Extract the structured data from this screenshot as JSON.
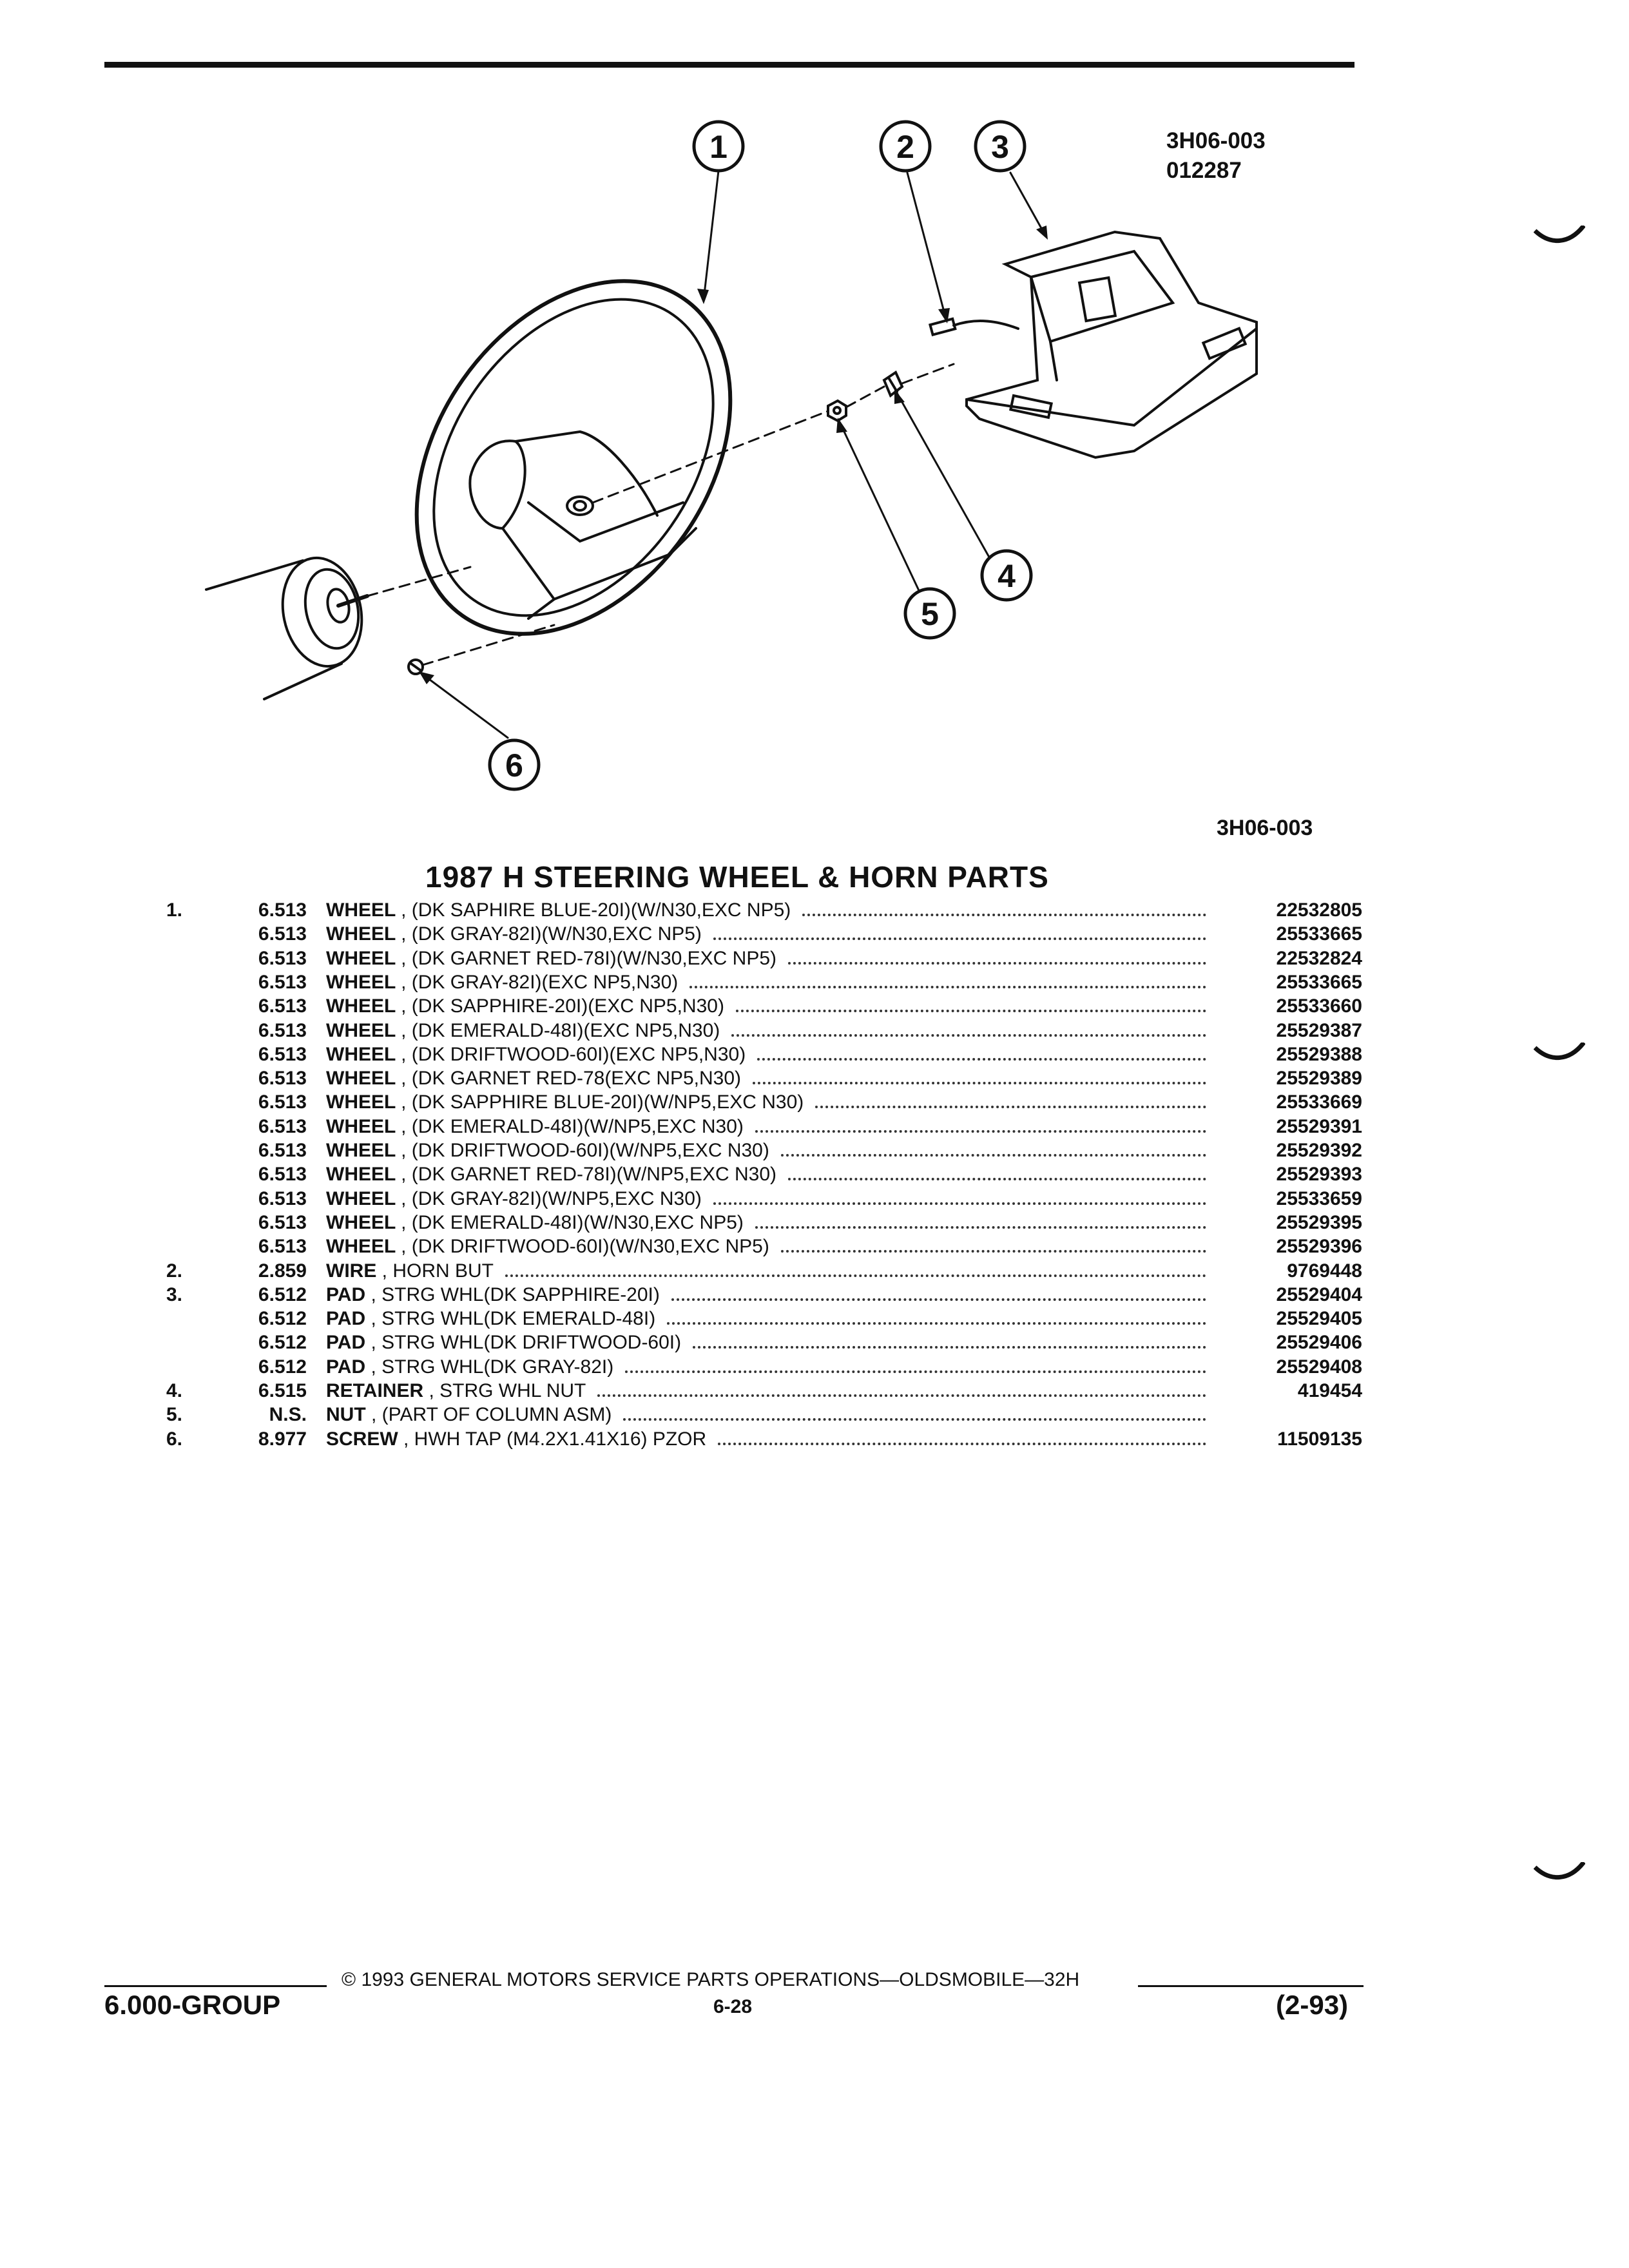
{
  "figure": {
    "code": "3H06-003",
    "date_code": "012287",
    "code_bottom": "3H06-003",
    "callouts": [
      "1",
      "2",
      "3",
      "4",
      "5",
      "6"
    ]
  },
  "title": "1987 H STEERING WHEEL & HORN PARTS",
  "parts": [
    {
      "item": "1.",
      "group": "6.513",
      "name": "WHEEL",
      "desc": ", (DK SAPHIRE BLUE-20I)(W/N30,EXC NP5)",
      "part": "22532805"
    },
    {
      "item": "",
      "group": "6.513",
      "name": "WHEEL",
      "desc": ", (DK GRAY-82I)(W/N30,EXC NP5)",
      "part": "25533665"
    },
    {
      "item": "",
      "group": "6.513",
      "name": "WHEEL",
      "desc": ", (DK GARNET RED-78I)(W/N30,EXC NP5)",
      "part": "22532824"
    },
    {
      "item": "",
      "group": "6.513",
      "name": "WHEEL",
      "desc": ", (DK GRAY-82I)(EXC NP5,N30)",
      "part": "25533665"
    },
    {
      "item": "",
      "group": "6.513",
      "name": "WHEEL",
      "desc": ", (DK SAPPHIRE-20I)(EXC NP5,N30)",
      "part": "25533660"
    },
    {
      "item": "",
      "group": "6.513",
      "name": "WHEEL",
      "desc": ", (DK EMERALD-48I)(EXC NP5,N30)",
      "part": "25529387"
    },
    {
      "item": "",
      "group": "6.513",
      "name": "WHEEL",
      "desc": ", (DK DRIFTWOOD-60I)(EXC NP5,N30)",
      "part": "25529388"
    },
    {
      "item": "",
      "group": "6.513",
      "name": "WHEEL",
      "desc": ", (DK GARNET RED-78(EXC NP5,N30)",
      "part": "25529389"
    },
    {
      "item": "",
      "group": "6.513",
      "name": "WHEEL",
      "desc": ", (DK SAPPHIRE BLUE-20I)(W/NP5,EXC N30)",
      "part": "25533669"
    },
    {
      "item": "",
      "group": "6.513",
      "name": "WHEEL",
      "desc": ", (DK EMERALD-48I)(W/NP5,EXC N30)",
      "part": "25529391"
    },
    {
      "item": "",
      "group": "6.513",
      "name": "WHEEL",
      "desc": ", (DK DRIFTWOOD-60I)(W/NP5,EXC N30)",
      "part": "25529392"
    },
    {
      "item": "",
      "group": "6.513",
      "name": "WHEEL",
      "desc": ", (DK GARNET RED-78I)(W/NP5,EXC N30)",
      "part": "25529393"
    },
    {
      "item": "",
      "group": "6.513",
      "name": "WHEEL",
      "desc": ", (DK GRAY-82I)(W/NP5,EXC N30)",
      "part": "25533659"
    },
    {
      "item": "",
      "group": "6.513",
      "name": "WHEEL",
      "desc": ", (DK EMERALD-48I)(W/N30,EXC NP5)",
      "part": "25529395"
    },
    {
      "item": "",
      "group": "6.513",
      "name": "WHEEL",
      "desc": ", (DK DRIFTWOOD-60I)(W/N30,EXC NP5)",
      "part": "25529396"
    },
    {
      "item": "2.",
      "group": "2.859",
      "name": "WIRE",
      "desc": ", HORN BUT",
      "part": "9769448"
    },
    {
      "item": "3.",
      "group": "6.512",
      "name": "PAD",
      "desc": ", STRG WHL(DK SAPPHIRE-20I)",
      "part": "25529404"
    },
    {
      "item": "",
      "group": "6.512",
      "name": "PAD",
      "desc": ", STRG WHL(DK EMERALD-48I)",
      "part": "25529405"
    },
    {
      "item": "",
      "group": "6.512",
      "name": "PAD",
      "desc": ", STRG WHL(DK DRIFTWOOD-60I)",
      "part": "25529406"
    },
    {
      "item": "",
      "group": "6.512",
      "name": "PAD",
      "desc": ", STRG WHL(DK GRAY-82I)",
      "part": "25529408"
    },
    {
      "item": "4.",
      "group": "6.515",
      "name": "RETAINER",
      "desc": ", STRG WHL NUT",
      "part": "419454"
    },
    {
      "item": "5.",
      "group": "N.S.",
      "name": "NUT",
      "desc": ", (PART OF COLUMN ASM)",
      "part": ""
    },
    {
      "item": "6.",
      "group": "8.977",
      "name": "SCREW",
      "desc": ", HWH TAP (M4.2X1.41X16) PZOR",
      "part": "11509135"
    }
  ],
  "footer": {
    "copyright": "© 1993 GENERAL MOTORS SERVICE PARTS OPERATIONS—OLDSMOBILE—32H",
    "group": "6.000-GROUP",
    "page": "6-28",
    "revision": "(2-93)"
  }
}
